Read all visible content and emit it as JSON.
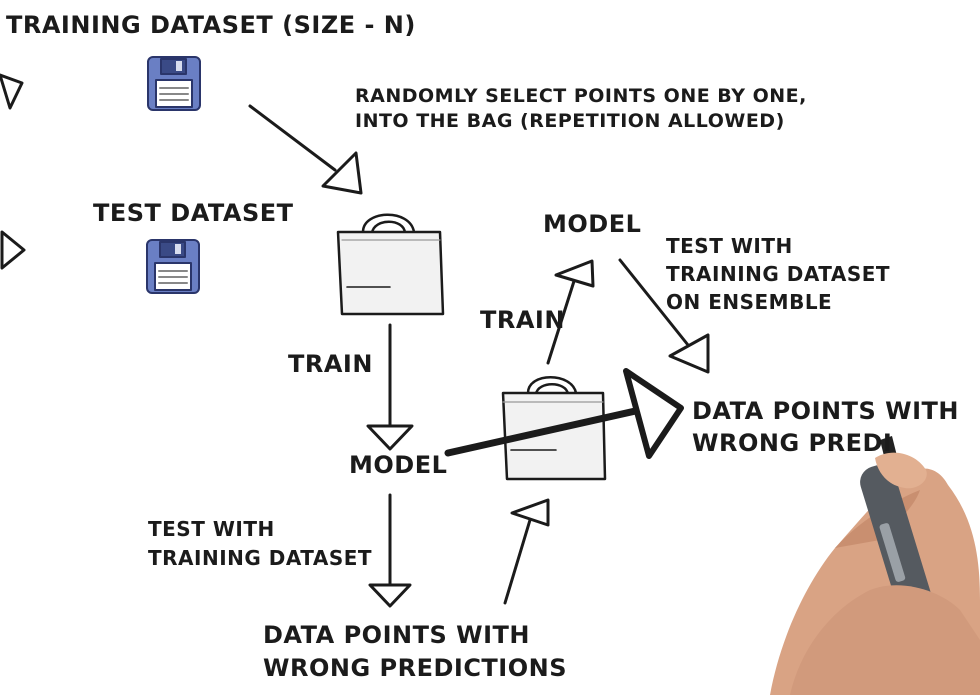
{
  "diagram": {
    "title": "TRAINING DATASET (SIZE - N)",
    "sample_instruction_line1": "RANDOMLY SELECT POINTS ONE BY ONE,",
    "sample_instruction_line2": "INTO THE BAG (REPETITION ALLOWED)",
    "test_dataset_label": "TEST DATASET",
    "train_label_left": "TRAIN",
    "model_label_left": "MODEL",
    "test_with_line1_left": "TEST WITH",
    "test_with_line2_left": "TRAINING DATASET",
    "wrong_predictions_line1": "DATA POINTS WITH",
    "wrong_predictions_line2": "WRONG PREDICTIONS",
    "model_label_right": "MODEL",
    "train_label_right": "TRAIN",
    "test_with_line1_right": "TEST WITH",
    "test_with_line2_right": "TRAINING DATASET",
    "test_with_line3_right": "ON ENSEMBLE",
    "wrong_predi_line1": "DATA POINTS WITH",
    "wrong_predi_line2": "WRONG PREDI"
  },
  "colors": {
    "ink": "#1b1b1b",
    "floppy_body": "#6a7fc4",
    "floppy_shutter": "#3a4a86",
    "bag_fill": "#f2f2f2",
    "skin": "#d9a384",
    "marker": "#555a60"
  },
  "icons": [
    "floppy-disk-icon",
    "shopping-bag-icon",
    "arrow-icon",
    "hand-with-marker"
  ]
}
